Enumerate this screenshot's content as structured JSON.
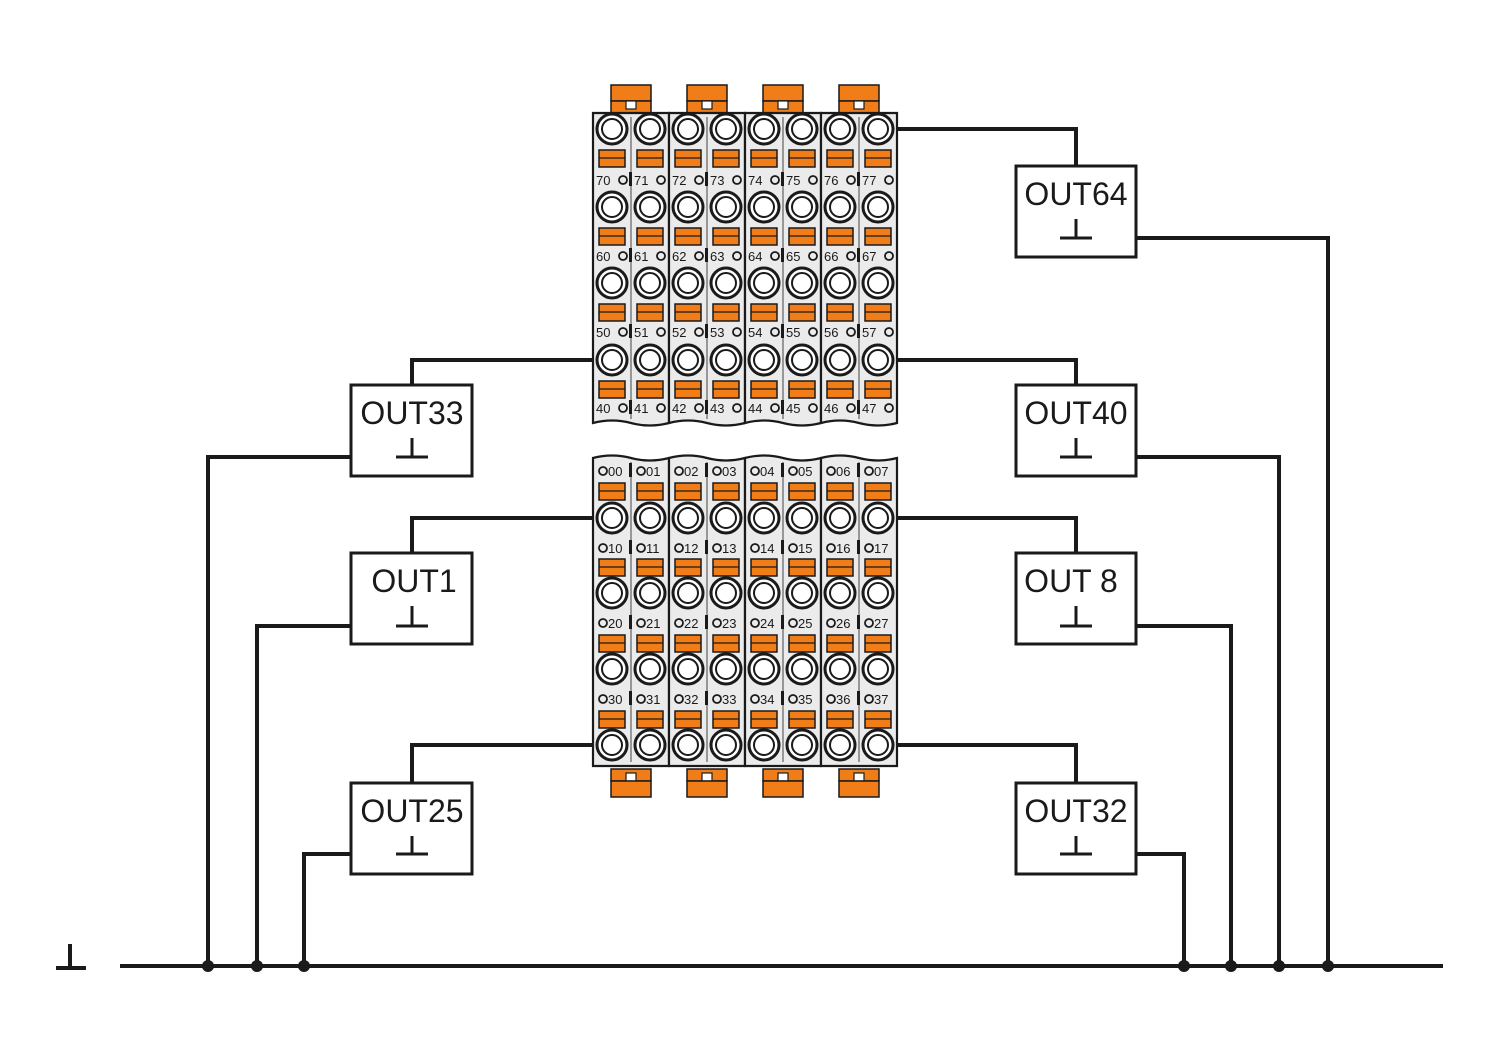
{
  "colors": {
    "line": "#1a1a1a",
    "module_fill": "#ebebeb",
    "accent": "#f07d18",
    "background": "#ffffff"
  },
  "ground_symbol": "ground-icon",
  "upper_block": {
    "label_rows": [
      [
        "70",
        "71",
        "72",
        "73",
        "74",
        "75",
        "76",
        "77"
      ],
      [
        "60",
        "61",
        "62",
        "63",
        "64",
        "65",
        "66",
        "67"
      ],
      [
        "50",
        "51",
        "52",
        "53",
        "54",
        "55",
        "56",
        "57"
      ],
      [
        "40",
        "41",
        "42",
        "43",
        "44",
        "45",
        "46",
        "47"
      ]
    ]
  },
  "lower_block": {
    "label_rows": [
      [
        "00",
        "01",
        "02",
        "03",
        "04",
        "05",
        "06",
        "07"
      ],
      [
        "10",
        "11",
        "12",
        "13",
        "14",
        "15",
        "16",
        "17"
      ],
      [
        "20",
        "21",
        "22",
        "23",
        "24",
        "25",
        "26",
        "27"
      ],
      [
        "30",
        "31",
        "32",
        "33",
        "34",
        "35",
        "36",
        "37"
      ]
    ]
  },
  "loads": [
    {
      "id": "out64",
      "label": "OUT64"
    },
    {
      "id": "out33",
      "label": "OUT33"
    },
    {
      "id": "out40",
      "label": "OUT40"
    },
    {
      "id": "out1",
      "label": "OUT1"
    },
    {
      "id": "out8",
      "label": "OUT 8"
    },
    {
      "id": "out25",
      "label": "OUT25"
    },
    {
      "id": "out32",
      "label": "OUT32"
    }
  ]
}
